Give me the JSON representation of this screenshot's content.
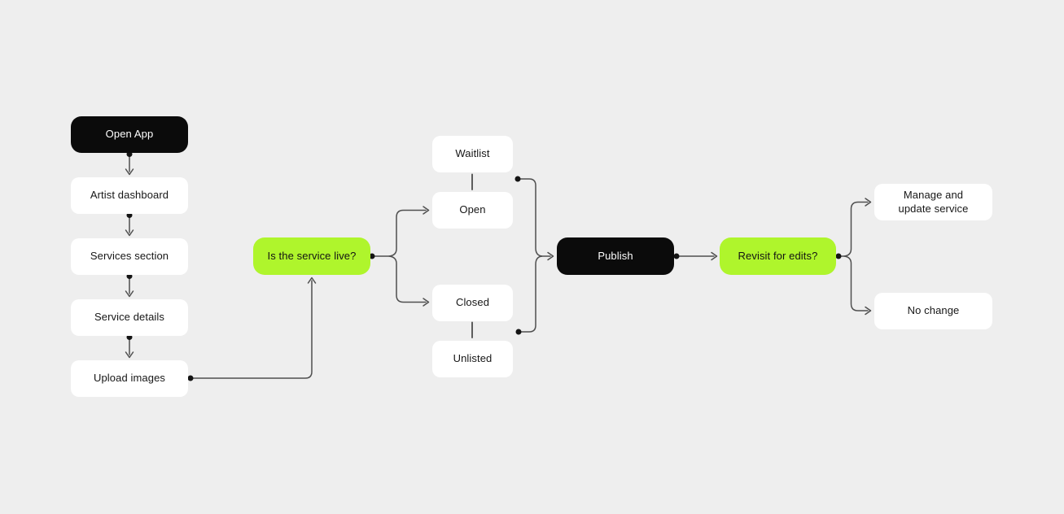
{
  "diagram": {
    "background_color": "#eeeeee",
    "connector_color": "#4f4f4f",
    "dot_color": "#141414",
    "colors": {
      "black_node_bg": "#0b0b0b",
      "black_node_text": "#ffffff",
      "white_node_bg": "#ffffff",
      "green_node_bg": "#aff52c",
      "node_text": "#161616"
    },
    "nodes": {
      "open_app": {
        "label": "Open App",
        "type": "black"
      },
      "artist_dashboard": {
        "label": "Artist dashboard",
        "type": "white"
      },
      "services_section": {
        "label": "Services section",
        "type": "white"
      },
      "service_details": {
        "label": "Service details",
        "type": "white"
      },
      "upload_images": {
        "label": "Upload images",
        "type": "white"
      },
      "is_service_live": {
        "label": "Is the service live?",
        "type": "green"
      },
      "waitlist": {
        "label": "Waitlist",
        "type": "white"
      },
      "open": {
        "label": "Open",
        "type": "white"
      },
      "closed": {
        "label": "Closed",
        "type": "white"
      },
      "unlisted": {
        "label": "Unlisted",
        "type": "white"
      },
      "publish": {
        "label": "Publish",
        "type": "black"
      },
      "revisit": {
        "label": "Revisit for edits?",
        "type": "green"
      },
      "manage_update": {
        "label": "Manage and update service",
        "type": "white"
      },
      "no_change": {
        "label": "No change",
        "type": "white"
      }
    },
    "edges": [
      {
        "from": "open_app",
        "to": "artist_dashboard",
        "style": "arrow"
      },
      {
        "from": "artist_dashboard",
        "to": "services_section",
        "style": "arrow"
      },
      {
        "from": "services_section",
        "to": "service_details",
        "style": "arrow"
      },
      {
        "from": "service_details",
        "to": "upload_images",
        "style": "arrow"
      },
      {
        "from": "upload_images",
        "to": "is_service_live",
        "style": "arrow"
      },
      {
        "from": "is_service_live",
        "to": "open",
        "style": "arrow"
      },
      {
        "from": "is_service_live",
        "to": "closed",
        "style": "arrow"
      },
      {
        "from": "waitlist",
        "to": "open",
        "style": "link"
      },
      {
        "from": "closed",
        "to": "unlisted",
        "style": "link"
      },
      {
        "from": "waitlist_open_group",
        "to": "publish",
        "style": "arrow"
      },
      {
        "from": "closed_unlisted_group",
        "to": "publish",
        "style": "arrow"
      },
      {
        "from": "publish",
        "to": "revisit",
        "style": "arrow"
      },
      {
        "from": "revisit",
        "to": "manage_update",
        "style": "arrow"
      },
      {
        "from": "revisit",
        "to": "no_change",
        "style": "arrow"
      }
    ]
  }
}
